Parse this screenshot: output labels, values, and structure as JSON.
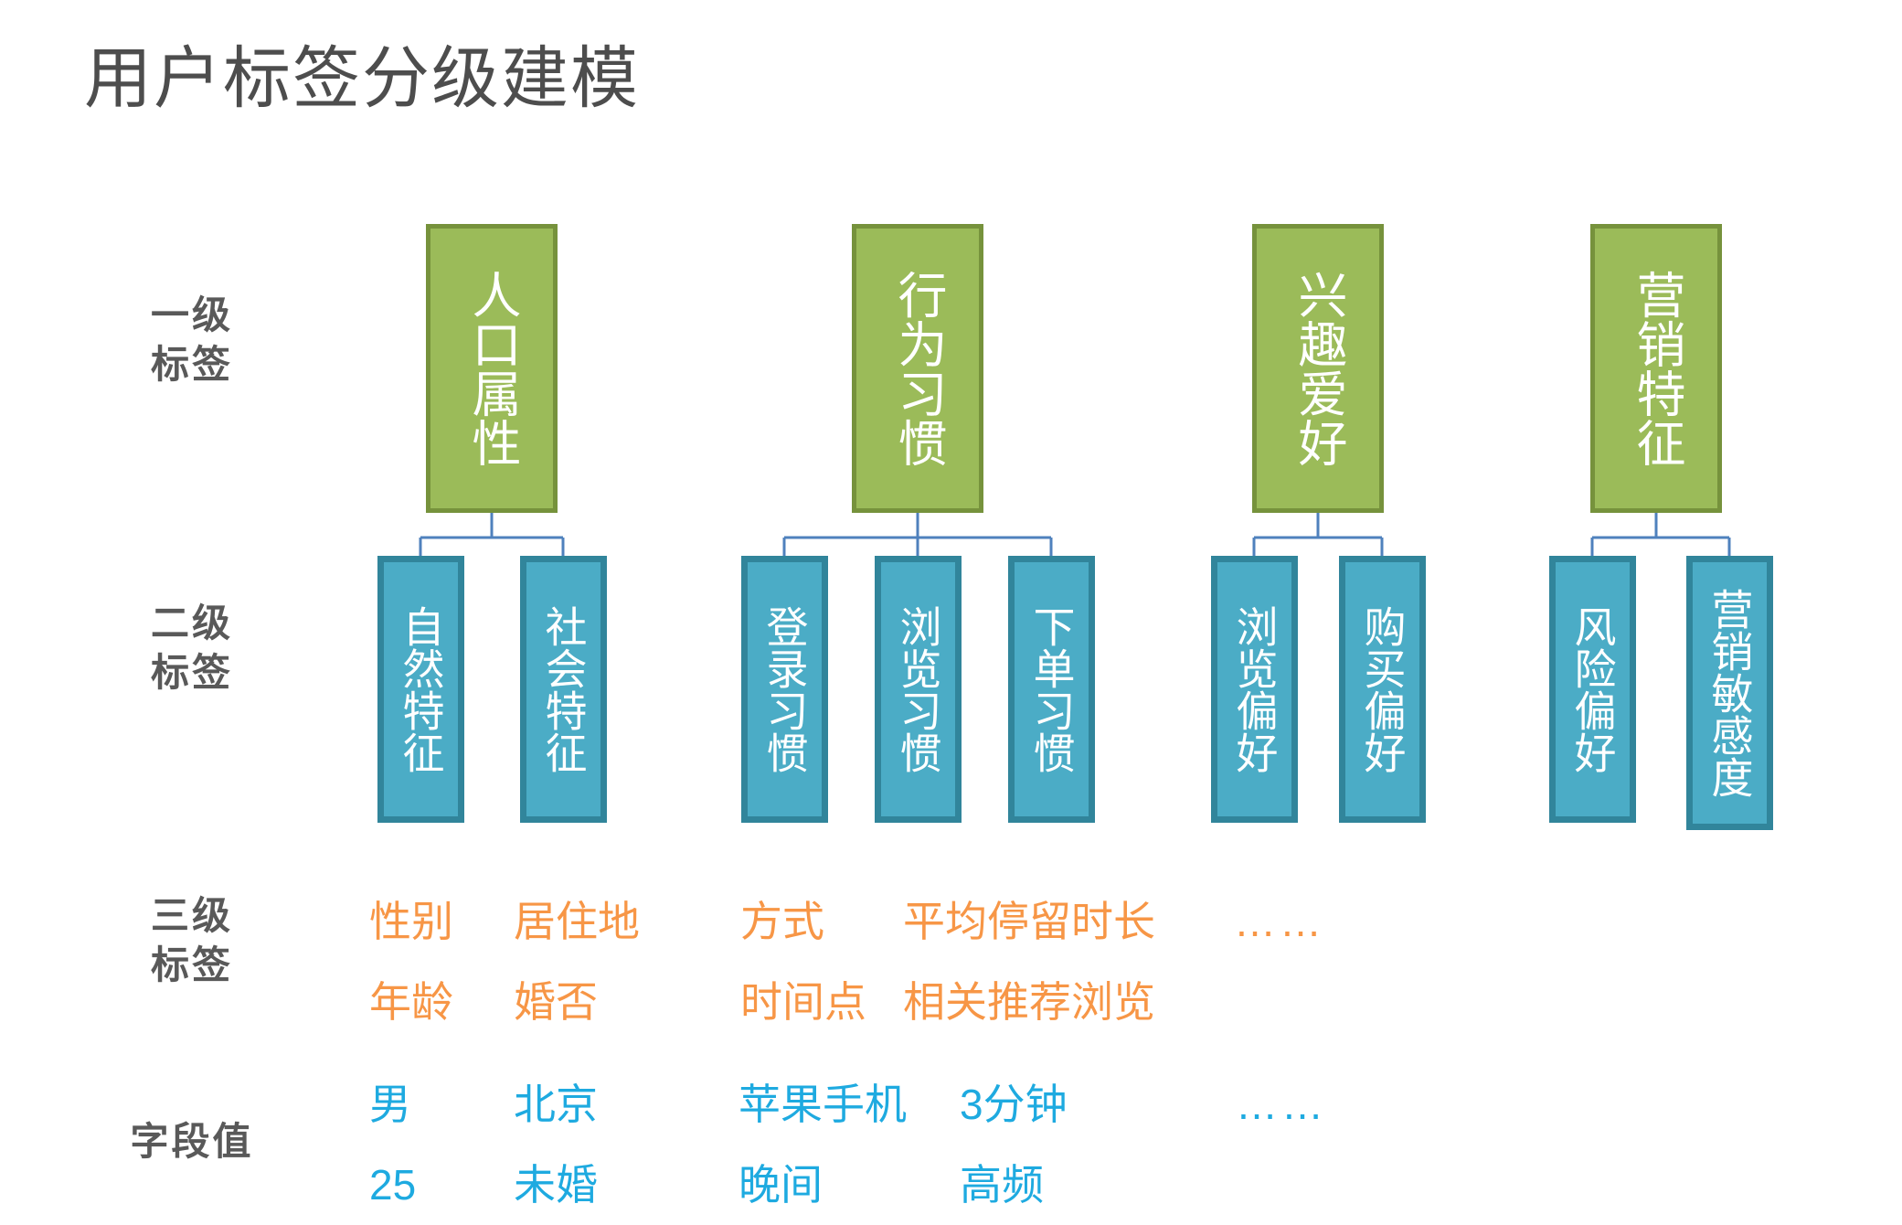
{
  "page": {
    "title": "用户标签分级建模",
    "background": "#ffffff",
    "colors": {
      "title": "#4d4d4d",
      "row_label": "#595959",
      "level1_fill": "#9bbb59",
      "level1_border": "#76923c",
      "level2_fill": "#4bacc6",
      "level2_border": "#31859b",
      "connector": "#4f81bd",
      "level3_text": "#f79646",
      "value_text": "#1eaae0"
    }
  },
  "row_labels": [
    {
      "line1": "一级",
      "line2": "标签"
    },
    {
      "line1": "二级",
      "line2": "标签"
    },
    {
      "line1": "三级",
      "line2": "标签"
    },
    {
      "line1": "字段值",
      "line2": ""
    }
  ],
  "level1": [
    {
      "label": "人口属性"
    },
    {
      "label": "行为习惯"
    },
    {
      "label": "兴趣爱好"
    },
    {
      "label": "营销特征"
    }
  ],
  "level2": [
    {
      "label": "自然特征"
    },
    {
      "label": "社会特征"
    },
    {
      "label": "登录习惯"
    },
    {
      "label": "浏览习惯"
    },
    {
      "label": "下单习惯"
    },
    {
      "label": "浏览偏好"
    },
    {
      "label": "购买偏好"
    },
    {
      "label": "风险偏好"
    },
    {
      "label": "营销敏感度"
    }
  ],
  "level3": [
    {
      "line1": "性别",
      "line2": "年龄"
    },
    {
      "line1": "居住地",
      "line2": "婚否"
    },
    {
      "line1": "方式",
      "line2": "时间点"
    },
    {
      "line1": "平均停留时长",
      "line2": "相关推荐浏览"
    },
    {
      "line1": "……",
      "line2": ""
    }
  ],
  "values": [
    {
      "line1": "男",
      "line2": "25"
    },
    {
      "line1": "北京",
      "line2": "未婚"
    },
    {
      "line1": "苹果手机",
      "line2": "晚间"
    },
    {
      "line1": "3分钟",
      "line2": "高频"
    },
    {
      "line1": "……",
      "line2": ""
    }
  ]
}
